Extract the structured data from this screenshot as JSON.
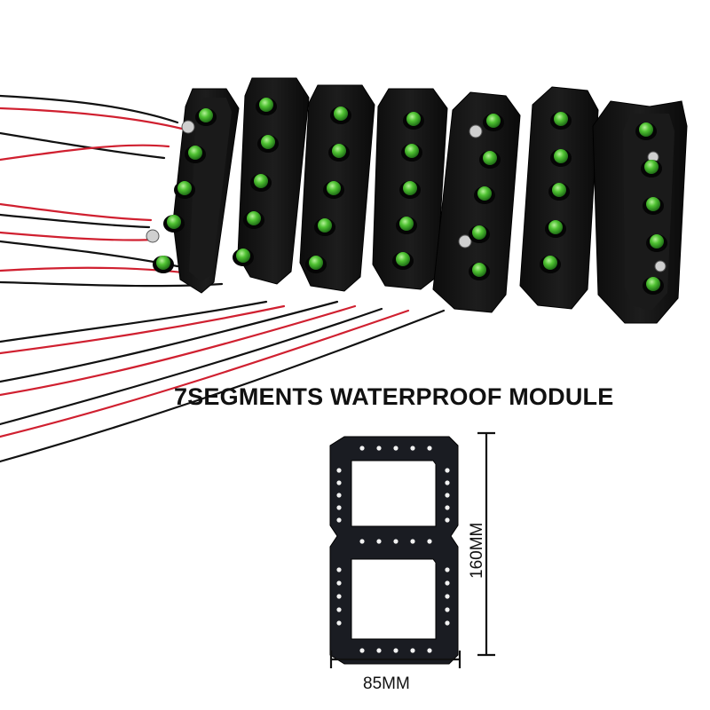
{
  "product_title": "7SEGMENTS WATERPROOF MODULE",
  "dimensions": {
    "width_label": "85MM",
    "height_label": "160MM"
  },
  "colors": {
    "housing": "#151515",
    "led_green": "#3fb02c",
    "wire_red": "#d02030",
    "wire_black": "#111111",
    "background": "#ffffff"
  }
}
